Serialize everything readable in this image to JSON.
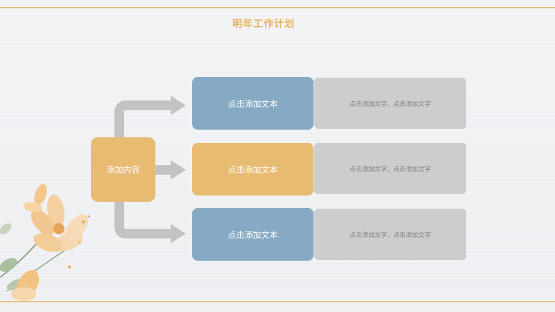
{
  "slide": {
    "title": "明年工作计划",
    "center_label": "添加内容",
    "rows": [
      {
        "label": "点击添加文本",
        "color": "blue",
        "desc": "点击添加文字，点击添加文字"
      },
      {
        "label": "点击添加文本",
        "color": "gold",
        "desc": "点击添加文字，点击添加文字"
      },
      {
        "label": "点击添加文本",
        "color": "blue",
        "desc": "点击添加文字，点击添加文字"
      }
    ]
  },
  "colors": {
    "accent_gold": "#e8bb72",
    "accent_blue": "#86aac4",
    "desc_gray": "#cdcdcf",
    "arrow_gray": "#c3c3c3"
  }
}
